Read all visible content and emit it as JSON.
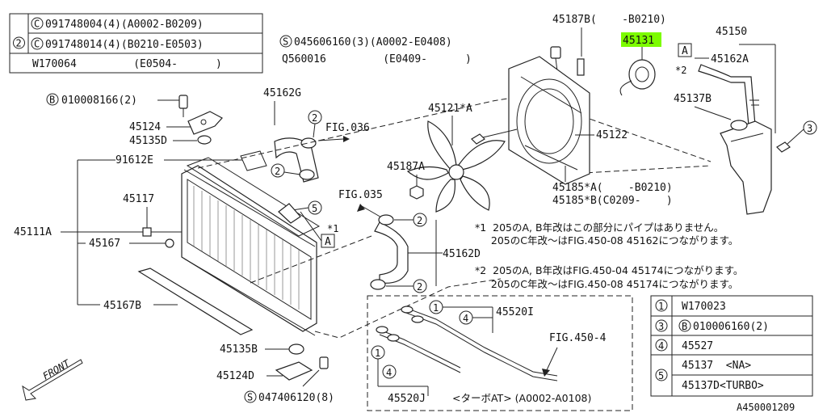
{
  "top_left_table": {
    "circle_num": "2",
    "rows": [
      {
        "prefix": "C",
        "text": "091748004(4)(A0002-B0209)"
      },
      {
        "prefix": "C",
        "text": "091748014(4)(B0210-E0503)"
      },
      {
        "prefix": "",
        "text": "W170064         (E0504-      )"
      }
    ]
  },
  "top_center": {
    "line1_prefix": "S",
    "line1": "045606160(3)(A0002-E0408)",
    "line2": "Q560016         (E0409-      )"
  },
  "labels": {
    "p010008166": "010008166(2)",
    "p010008166_prefix": "B",
    "p45124": "45124",
    "p45135D": "45135D",
    "p91612E": "91612E",
    "p45117": "45117",
    "p45111A": "45111A",
    "p45167": "45167",
    "p45167B": "45167B",
    "p45135B": "45135B",
    "p45124D": "45124D",
    "p047406120": "047406120(8)",
    "p047406120_prefix": "S",
    "p45162G": "45162G",
    "fig036": "FIG.036",
    "fig035": "FIG.035",
    "p45162D": "45162D",
    "p45121A": "45121*A",
    "p45187A": "45187A",
    "p45187B": "45187B(    -B0210)",
    "p45131": "45131",
    "p45122": "45122",
    "p45185A": "45185*A(    -B0210)",
    "p45185B": "45185*B(C0209-    )",
    "p45150": "45150",
    "p45162A": "45162A",
    "p45137B": "45137B",
    "mark_a": "A",
    "note_x2": "*2",
    "note_x1": "*1",
    "p45520I": "45520I",
    "p45520J": "45520J",
    "turbo_at": "<ターボAT> (A0002-A0108)",
    "fig450_4": "FIG.450-4",
    "front": "FRONT",
    "diagram_id": "A450001209"
  },
  "notes": [
    "*1  205のA, B年改はこの部分にパイプはありません。",
    "     205のC年改〜はFIG.450-08 45162につながります。",
    "*2  205のA, B年改はFIG.450-04 45174につながります。",
    "     205のC年改〜はFIG.450-08 45174につながります。"
  ],
  "legend": {
    "rows": [
      {
        "key": "1",
        "value": "W170023"
      },
      {
        "key": "3",
        "value": "010006160(2)",
        "value_prefix": "B"
      },
      {
        "key": "4",
        "value": "45527"
      },
      {
        "key": "5",
        "value": "45137  <NA>"
      },
      {
        "key": "",
        "value": "45137D<TURBO>"
      }
    ]
  },
  "callouts": {
    "one": "1",
    "two": "2",
    "three": "3",
    "four": "4",
    "five": "5"
  },
  "colors": {
    "highlight": "#7CFC00",
    "line": "#222222"
  }
}
